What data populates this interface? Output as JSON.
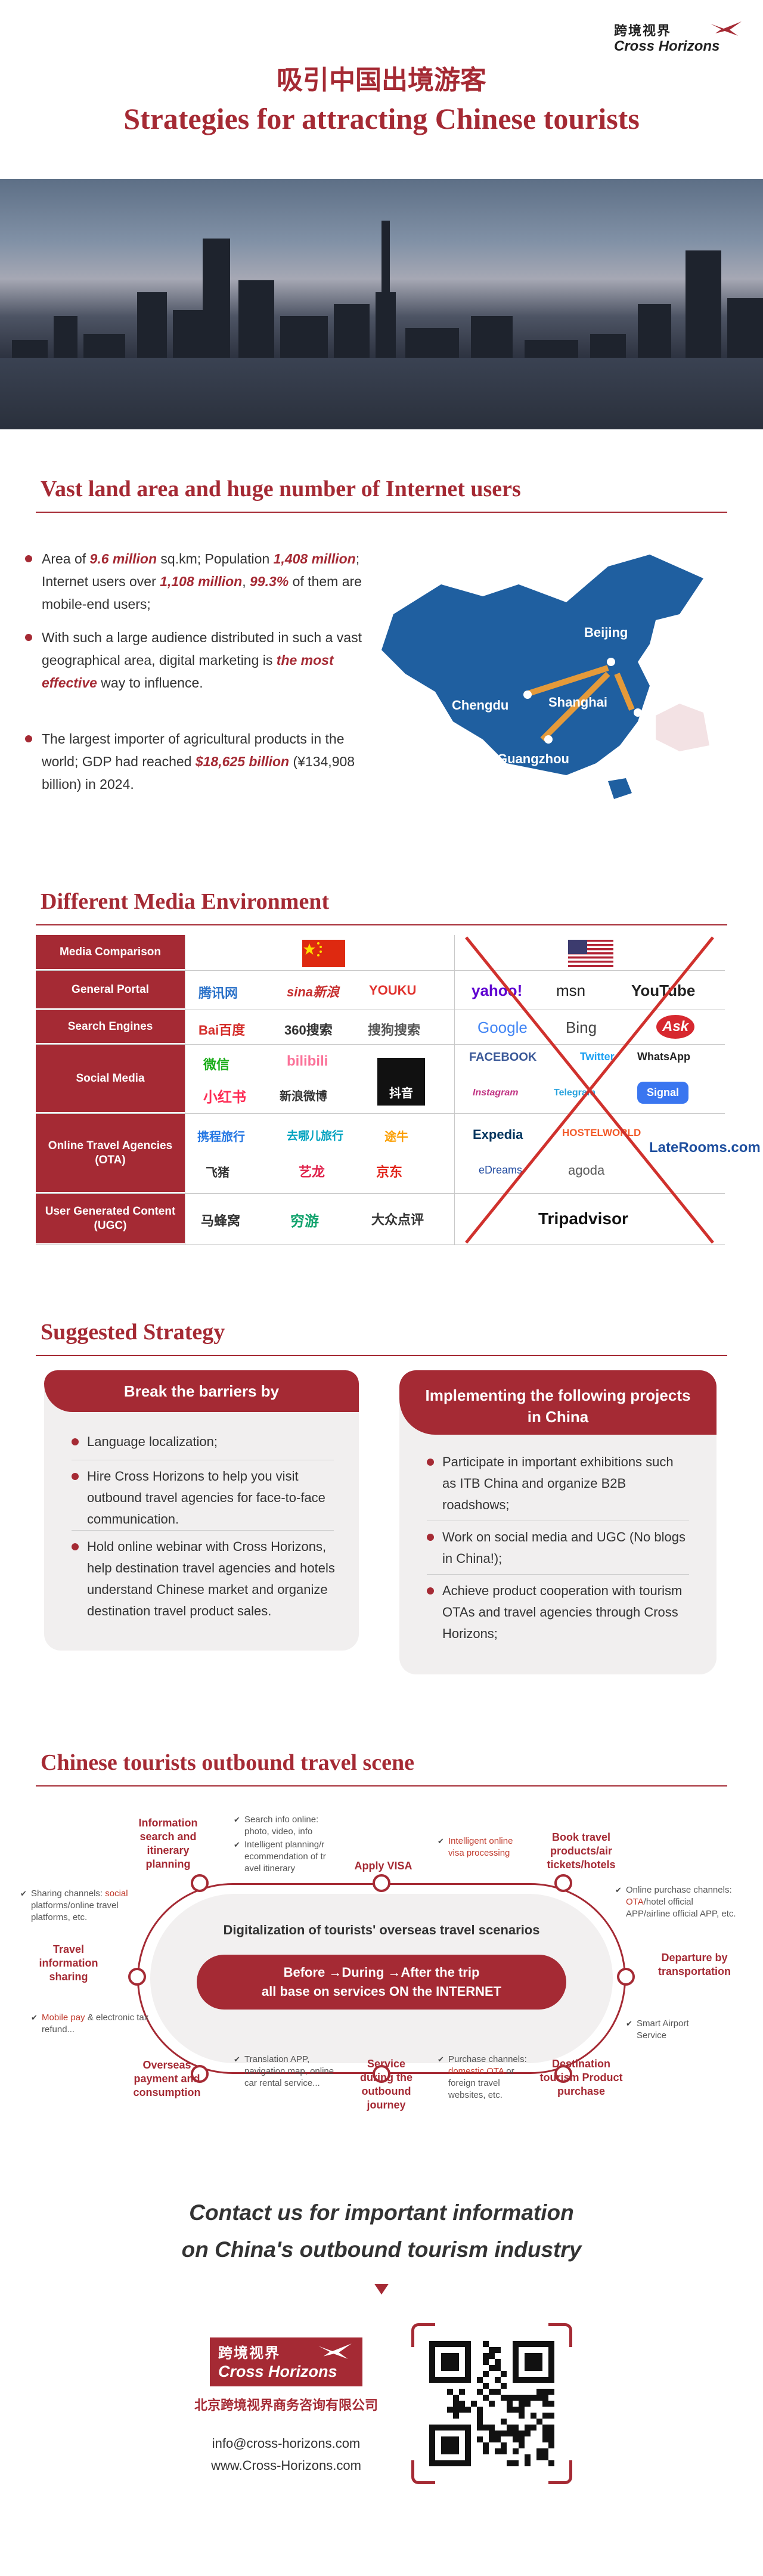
{
  "header": {
    "logo_cn": "跨境视界",
    "logo_en": "Cross Horizons",
    "title_cn": "吸引中国出境游客",
    "title_en": "Strategies for attracting Chinese tourists"
  },
  "section1": {
    "title": "Vast land area and huge number of Internet users",
    "b1": [
      {
        "t": "Area of "
      },
      {
        "t": "9.6 million",
        "h": true
      },
      {
        "t": " sq.km; Population "
      },
      {
        "t": "1,408 million",
        "h": true
      },
      {
        "t": "; Internet users over "
      },
      {
        "t": "1,108 million",
        "h": true
      },
      {
        "t": ", "
      },
      {
        "t": "99.3%",
        "h": true
      },
      {
        "t": " of them are mobile-end users;"
      }
    ],
    "b2": [
      {
        "t": "With such a large audience distributed in such a vast geographical area, digital marketing is "
      },
      {
        "t": "the most effective",
        "h": true
      },
      {
        "t": " way to influence."
      }
    ],
    "b3": [
      {
        "t": "The largest importer of agricultural products in the world; GDP had reached "
      },
      {
        "t": "$18,625 billion",
        "h": true
      },
      {
        "t": " (¥134,908 billion) in 2024."
      }
    ],
    "map_cities": {
      "beijing": "Beijing",
      "shanghai": "Shanghai",
      "chengdu": "Chengdu",
      "guangzhou": "Guangzhou"
    }
  },
  "section2": {
    "title": "Different Media Environment",
    "rows": {
      "comparison": "Media Comparison",
      "portal": "General Portal",
      "search": "Search Engines",
      "social": "Social Media",
      "ota": "Online Travel Agencies (OTA)",
      "ugc": "User Generated Content (UGC)"
    },
    "cn_logos": {
      "portal": [
        "腾讯网",
        "sina新浪",
        "YOUKU"
      ],
      "search": [
        "Bai百度",
        "360搜索",
        "搜狗搜索"
      ],
      "social": [
        "微信",
        "bilibili",
        "小红书",
        "新浪微博",
        "抖音"
      ],
      "ota": [
        "携程旅行",
        "去哪儿旅行",
        "途牛",
        "飞猪",
        "艺龙",
        "京东"
      ],
      "ugc": [
        "马蜂窝",
        "穷游",
        "大众点评"
      ]
    },
    "us_logos": {
      "portal": [
        "yahoo!",
        "msn",
        "YouTube"
      ],
      "search": [
        "Google",
        "Bing",
        "Ask"
      ],
      "social": [
        "FACEBOOK",
        "Twitter",
        "WhatsApp",
        "Instagram",
        "Telegram",
        "Signal"
      ],
      "ota": [
        "Expedia",
        "HOSTELWORLD",
        "LateRooms.com",
        "eDreams",
        "agoda"
      ],
      "ugc": [
        "Tripadvisor"
      ]
    }
  },
  "section3": {
    "title": "Suggested Strategy",
    "left_head": "Break the barriers by",
    "left_items": [
      "Language localization;",
      "Hire Cross Horizons to help you visit outbound travel agencies for face-to-face communication.",
      "Hold online webinar with Cross Horizons, help destination travel agencies and hotels understand Chinese market and organize destination travel product sales."
    ],
    "right_head": "Implementing the following projects in China",
    "right_items": [
      "Participate in important exhibitions such as ITB China and organize B2B roadshows;",
      "Work on social media and UGC (No blogs in China!);",
      "Achieve product cooperation with tourism OTAs and travel agencies through Cross Horizons;"
    ]
  },
  "section4": {
    "title": "Chinese tourists outbound travel scene",
    "center_title": "Digitalization of tourists' overseas travel scenarios",
    "pill_line1": "Before →During →After the trip",
    "pill_line2": "all base on services ON the INTERNET",
    "stages": {
      "info": "Information search and itinerary planning",
      "visa": "Apply VISA",
      "book": "Book travel products/air tickets/hotels",
      "share": "Travel information sharing",
      "depart": "Departure by transportation",
      "pay": "Overseas payment and consumption",
      "service": "Service during the outbound journey",
      "dest": "Destination tourism Product purchase"
    },
    "notes": {
      "share1": "Sharing channels: ",
      "share1_r": "social",
      "share1b": " platforms/online travel platforms, etc.",
      "info1": "Search info online: photo, video, info",
      "info2": "Intelligent planning/r ecommendation of tr avel itinerary",
      "visa1": "Intelligent online visa processing",
      "book1": "Online purchase channels: ",
      "book1_r": "OTA",
      "book1b": "/hotel official APP/airline official APP, etc.",
      "pay1_r": "Mobile pay",
      "pay1b": " & electronic tax refund...",
      "service1": "Translation APP, navigation map, online car rental service...",
      "dest1": "Purchase channels: ",
      "dest1_r": "domestic OTA",
      "dest1b": " or foreign travel websites, etc.",
      "depart1": "Smart Airport Service"
    }
  },
  "contact": {
    "line1": "Contact us for important information",
    "line2": "on China's outbound tourism industry",
    "logo_cn": "跨境视界",
    "logo_en": "Cross Horizons",
    "company_cn": "北京跨境视界商务咨询有限公司",
    "email": "info@cross-horizons.com",
    "website": "www.Cross-Horizons.com"
  }
}
